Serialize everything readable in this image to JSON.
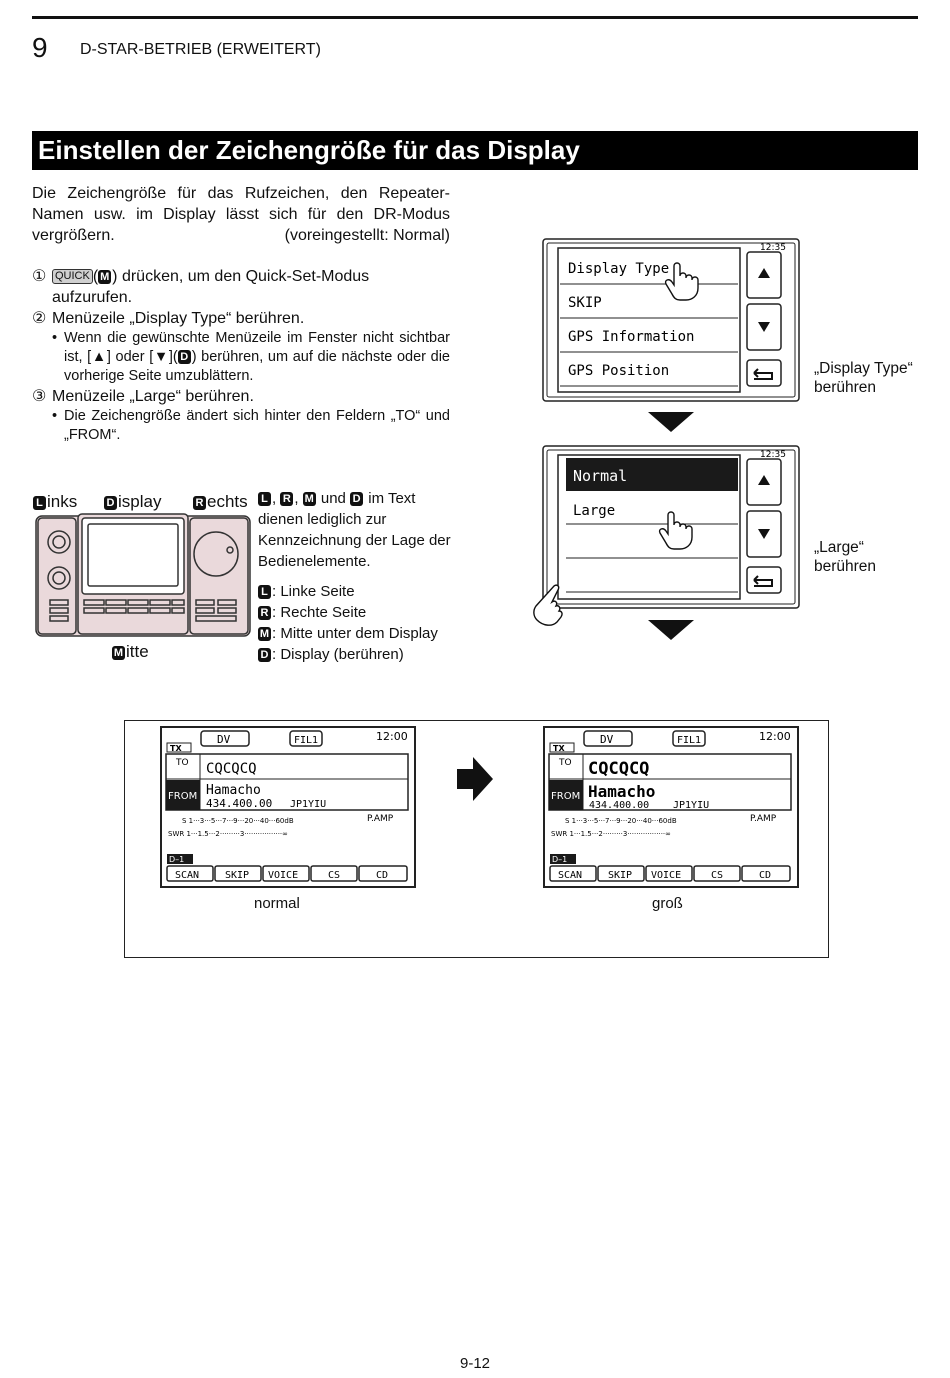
{
  "header": {
    "chapter_number": "9",
    "chapter_title": "D-STAR-BETRIEB (ERWEITERT)"
  },
  "section_title": "Einstellen der Zeichengröße für das Display",
  "intro": {
    "text": "Die Zeichengröße für das Rufzeichen, den Repeater-Namen usw. im Display lässt sich für den DR-Modus vergrößern.",
    "default": "(voreingestellt: Normal)"
  },
  "steps": {
    "s1_num": "①",
    "s1_key": "QUICK",
    "s1_mark": "M",
    "s1_text": ") drücken, um den Quick-Set-Modus aufzurufen.",
    "s2_num": "②",
    "s2_text": "Menüzeile „Display Type“ berühren.",
    "s2_b1": "Wenn die gewünschte Menüzeile im Fenster nicht sichtbar ist, [▲] oder [▼](",
    "s2_b1_mark": "D",
    "s2_b1_rest": ") berühren, um auf die nächste oder die vorherige Seite umzublättern.",
    "s3_num": "③",
    "s3_text": "Menüzeile „Large“ berühren.",
    "s3_b1": "Die Zeichengröße ändert sich hinter den Feldern „TO“ und „FROM“."
  },
  "radio_labels": {
    "links": "inks",
    "display": "isplay",
    "rechts": "echts",
    "mitte": "itte",
    "l": "L",
    "d": "D",
    "r": "R",
    "m": "M"
  },
  "legend": {
    "intro_tail": " im Text dienen lediglich zur Kennzeichnung der Lage der Bedienelemente.",
    "und": " und ",
    "l_text": ": Linke Seite",
    "r_text": ": Rechte Seite",
    "m_text": ": Mitte unter dem Display",
    "d_text": ": Display (berühren)"
  },
  "menu1": {
    "items": [
      "Display Type",
      "SKIP",
      "GPS Information",
      "GPS Position"
    ],
    "time": "12:35",
    "caption1": "„Display Type“",
    "caption2": "berühren"
  },
  "menu2": {
    "items": [
      "Normal",
      "Large"
    ],
    "time": "12:35",
    "caption1": "„Large“",
    "caption2": "berühren"
  },
  "screens": {
    "mode": "DV",
    "fil": "FIL1",
    "clock": "12:00",
    "tx": "TX",
    "to_label": "TO",
    "callsign": "CQCQCQ",
    "from_label": "FROM",
    "name": "Hamacho",
    "freq": "434.400.00",
    "mycall": "JP1YIU",
    "pamp": "P.AMP",
    "s_scale": "S  1···3···5···7···9···20···40···60dB",
    "swr_scale": "SWR 1···1.5···2·········3·················∞",
    "d1": "D–1",
    "softkeys": [
      "SCAN",
      "SKIP",
      "VOICE",
      "CS",
      "CD"
    ],
    "caption_normal": "normal",
    "caption_large": "groß"
  },
  "page_number": "9-12"
}
